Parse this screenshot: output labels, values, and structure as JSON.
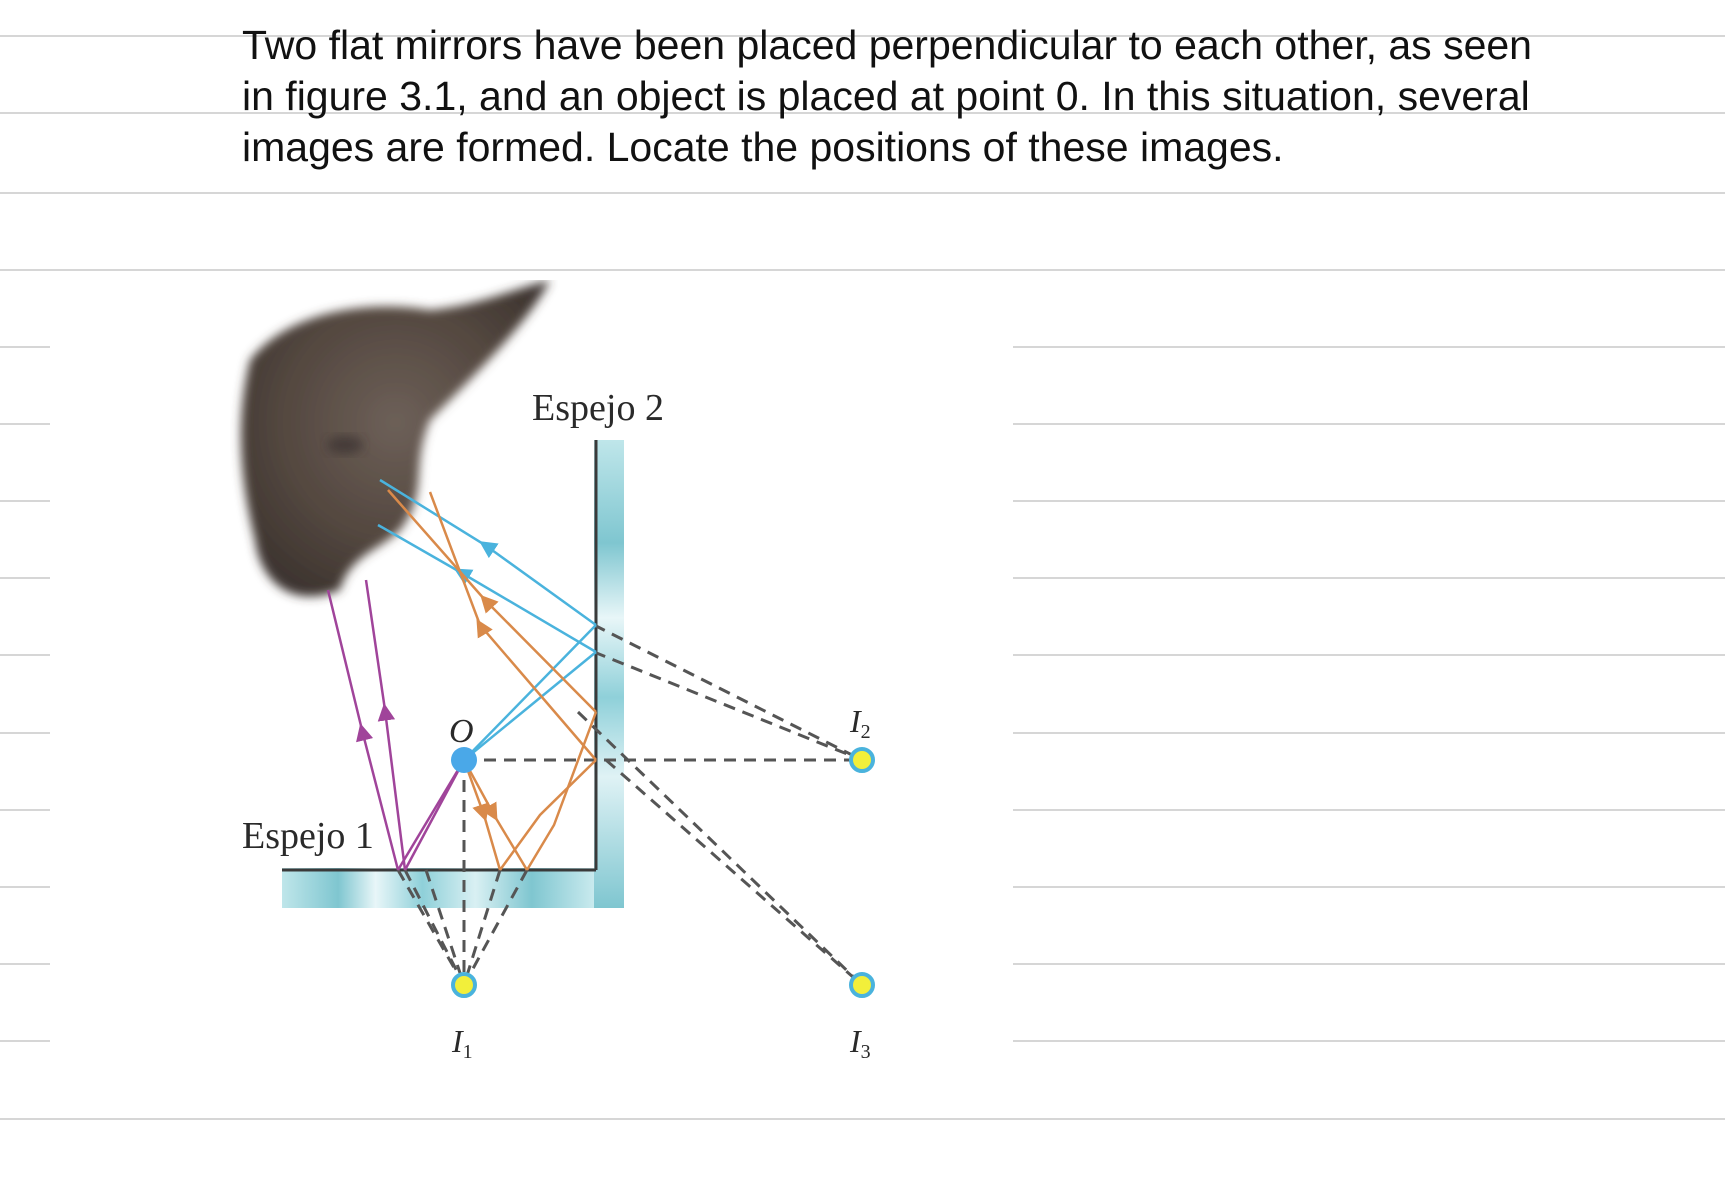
{
  "problem": {
    "lines": [
      "Two flat mirrors have been placed perpendicular to each other, as seen",
      "in figure 3.1, and an object is placed at point 0. In this situation, several",
      "images are formed. Locate the positions of these images."
    ]
  },
  "figure": {
    "mirror_1_label": "Espejo 1",
    "mirror_2_label": "Espejo 2",
    "object_label": "O",
    "images": [
      {
        "letter": "I",
        "sub": "1"
      },
      {
        "letter": "I",
        "sub": "2"
      },
      {
        "letter": "I",
        "sub": "3"
      }
    ],
    "colors": {
      "mirror": "#8fd0d9",
      "object": "#4aa8e8",
      "image_fill": "#f2ef3a",
      "rays_blue": "#4ab3dd",
      "rays_orange": "#d98a4a",
      "rays_purple": "#a0449a",
      "virtual_rays": "#555555"
    }
  }
}
